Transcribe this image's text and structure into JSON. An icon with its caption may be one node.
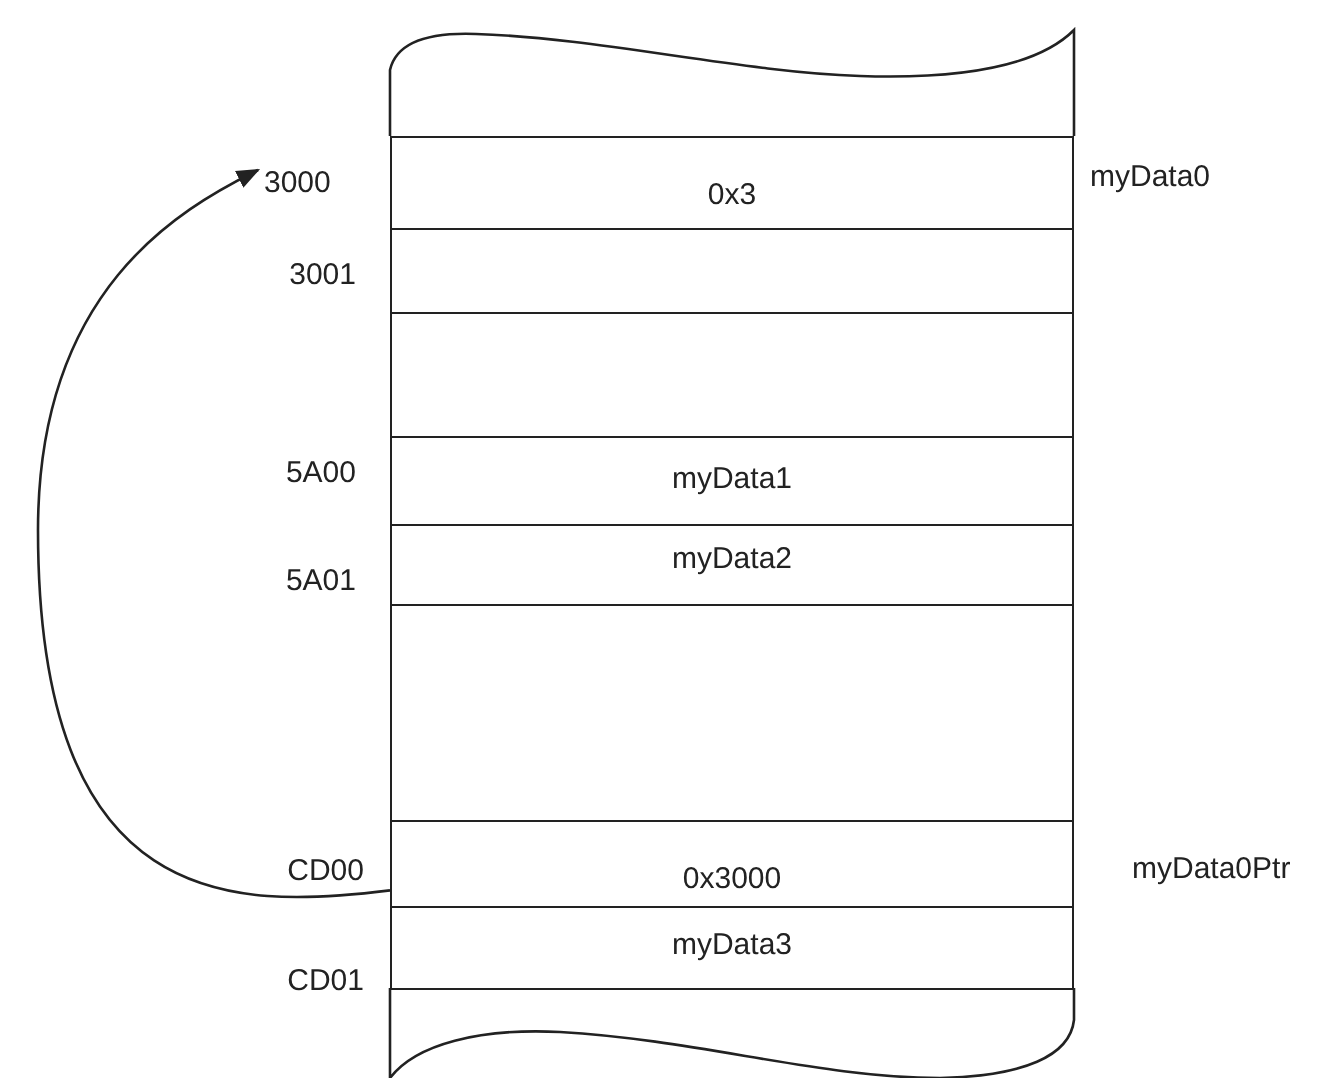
{
  "diagram": {
    "nodes": [
      {
        "text": [
          "3000"
        ]
      },
      {
        "text": [
          "0x3"
        ],
        "beside": [
          "myData0"
        ]
      },
      {
        "text": [],
        "shape": "box",
        "beside": [
          "3001"
        ]
      },
      {
        "text": [],
        "shape": "box"
      },
      {
        "text": [
          "myData1"
        ],
        "beside": [
          "5A00"
        ]
      },
      {
        "text": [
          "myData2"
        ],
        "beside": [
          "5A01"
        ]
      },
      {
        "text": [],
        "shape": "box"
      },
      {
        "text": [
          "0x3000"
        ],
        "beside": [
          "CD00",
          "myData0Ptr"
        ]
      },
      {
        "text": [
          "myData3"
        ],
        "beside": [
          "CD01"
        ]
      }
    ],
    "edges": [
      {
        "from": 7,
        "to": 0,
        "arrow": "to"
      }
    ]
  }
}
